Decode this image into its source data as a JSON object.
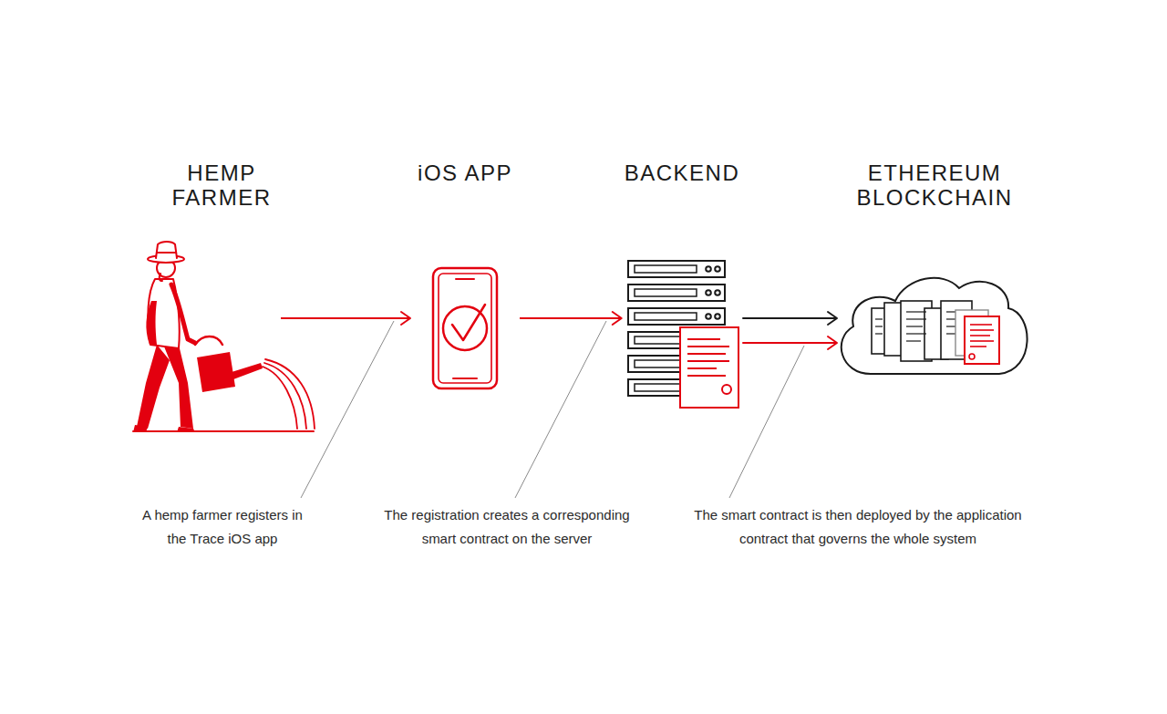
{
  "diagram": {
    "nodes": [
      {
        "text": [
          "HEMP FARMER"
        ]
      },
      {
        "text": [
          "iOS APP"
        ]
      },
      {
        "text": [
          "BACKEND"
        ]
      },
      {
        "text": [
          "ETHEREUM BLOCKCHAIN"
        ]
      }
    ],
    "edges": [
      {
        "from": 0,
        "to": 1,
        "arrow": "to"
      },
      {
        "from": 1,
        "to": 2,
        "arrow": "to"
      },
      {
        "from": 2,
        "to": 3,
        "arrow": "to"
      },
      {
        "from": 2,
        "to": 3,
        "arrow": "to"
      }
    ],
    "labels": [
      "A hemp farmer registers in the Trace iOS app",
      "The registration creates a corresponding smart contract on the server",
      "The smart contract is then deployed by the application contract that governs the whole system"
    ]
  }
}
